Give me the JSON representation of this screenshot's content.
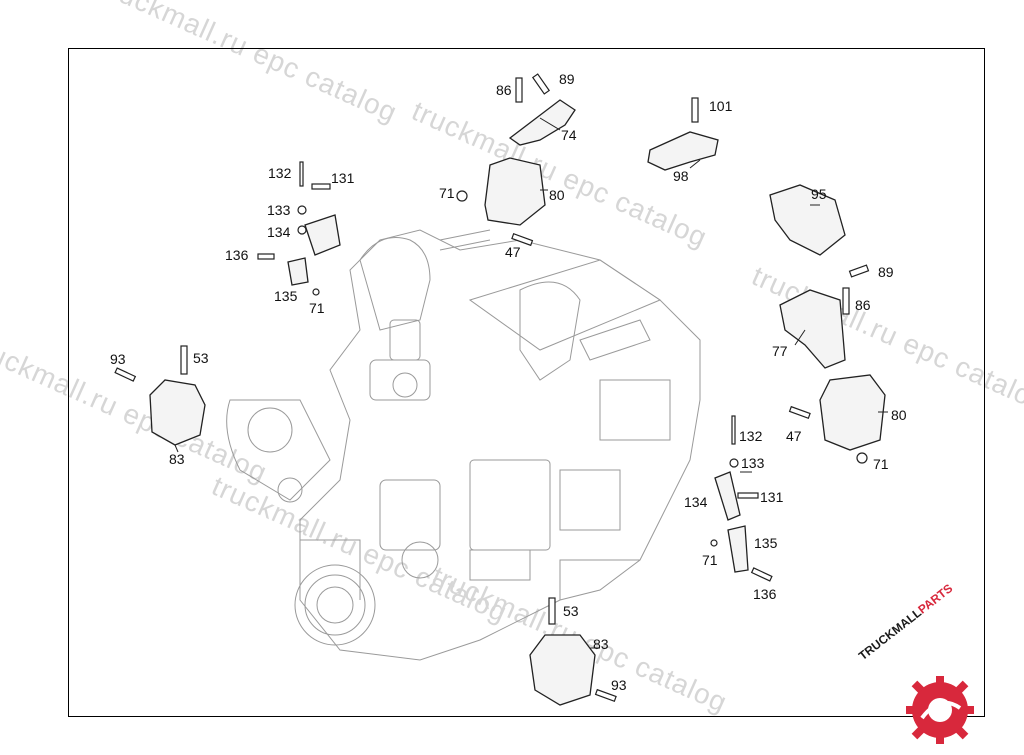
{
  "watermarks": {
    "w1": "truckmall.ru epc catalog",
    "w2": "truckmall.ru epc catalog",
    "w3": "truckmall.ru epc catalog",
    "w4": "truckmall.ru epc catalog",
    "w5": "truckmall.ru epc catalog",
    "w6": "truckmall.ru epc catalog"
  },
  "callouts": {
    "c86a": "86",
    "c89a": "89",
    "c74": "74",
    "c101": "101",
    "c98": "98",
    "c132a": "132",
    "c131a": "131",
    "c133a": "133",
    "c134a": "134",
    "c136a": "136",
    "c135a": "135",
    "c71a": "71",
    "c71b": "71",
    "c80a": "80",
    "c47a": "47",
    "c95": "95",
    "c89b": "89",
    "c86b": "86",
    "c77": "77",
    "c93a": "93",
    "c53a": "53",
    "c83a": "83",
    "c80b": "80",
    "c47b": "47",
    "c71c": "71",
    "c132b": "132",
    "c133b": "133",
    "c134b": "134",
    "c131b": "131",
    "c71d": "71",
    "c135b": "135",
    "c136b": "136",
    "c53b": "53",
    "c83b": "83",
    "c93b": "93"
  },
  "logo": {
    "text_dark": "TRUCKMALL",
    "text_red": "PARTS"
  },
  "colors": {
    "watermark": "#d6d6d6",
    "logo_red": "#d8283c",
    "logo_dark": "#1a1a1a",
    "line": "#222222"
  }
}
